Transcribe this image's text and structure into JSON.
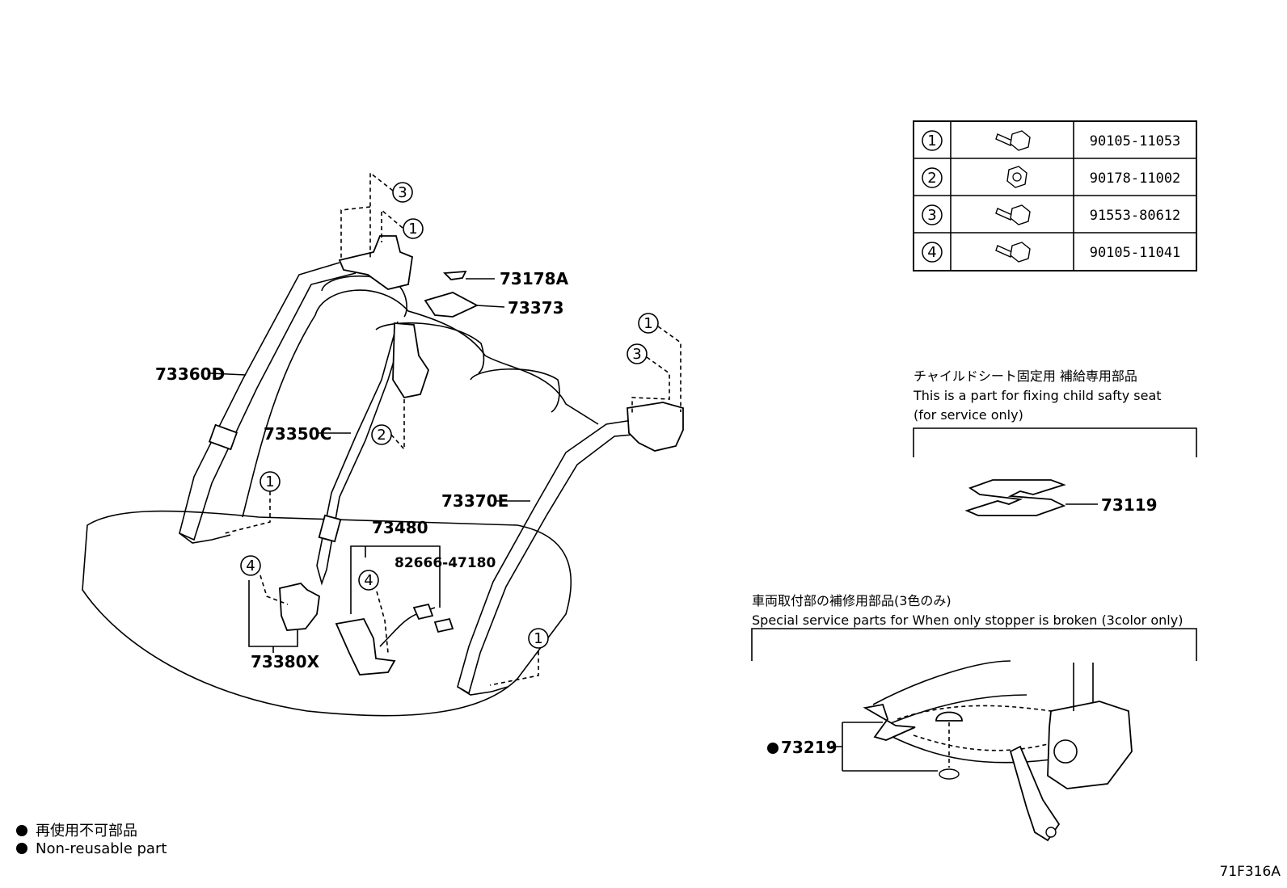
{
  "parts": {
    "p73178A": "73178A",
    "p73373": "73373",
    "p73360D": "73360D",
    "p73350C": "73350C",
    "p73370E": "73370E",
    "p73480": "73480",
    "p82666": "82666-47180",
    "p73380X": "73380X",
    "p73119": "73119",
    "p73219": "73219"
  },
  "callouts": [
    "1",
    "2",
    "3",
    "4"
  ],
  "fastener_table": [
    {
      "ref": "1",
      "part": "90105-11053",
      "icon": "flange-bolt-icon"
    },
    {
      "ref": "2",
      "part": "90178-11002",
      "icon": "hex-nut-icon"
    },
    {
      "ref": "3",
      "part": "91553-80612",
      "icon": "flange-bolt-icon"
    },
    {
      "ref": "4",
      "part": "90105-11041",
      "icon": "flange-bolt-icon"
    }
  ],
  "child_seat_note": {
    "jp": "チャイルドシート固定用 補給専用部品",
    "en1": "This is a part for fixing child safty seat",
    "en2": "(for service only)"
  },
  "stopper_note": {
    "jp": "車両取付部の補修用部品(3色のみ)",
    "en": "Special service parts for When only stopper is broken (3color only)"
  },
  "legend": {
    "jp": "再使用不可部品",
    "en": "Non-reusable part"
  },
  "diagram_code": "71F316A"
}
